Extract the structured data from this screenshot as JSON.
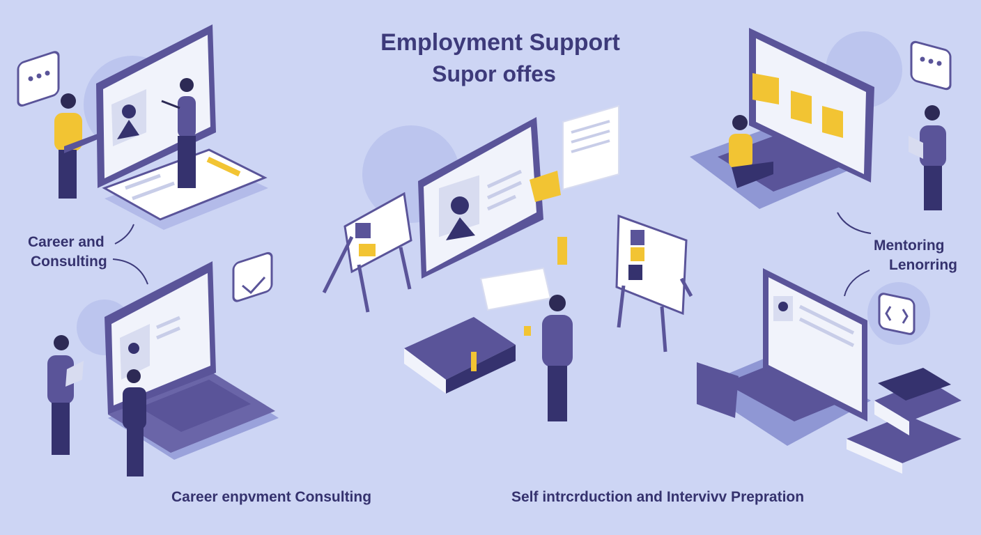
{
  "title": {
    "line1": "Employment Support",
    "line2": "Supor offes"
  },
  "labels": {
    "career_line1": "Career and",
    "career_line2": "Consulting",
    "mentoring_line1": "Mentoring",
    "mentoring_line2": "Lenorring"
  },
  "captions": {
    "left": "Career enpvment Consulting",
    "right": "Self intrcrduction and Intervivv Prepration"
  },
  "colors": {
    "background": "#cdd5f4",
    "primary": "#5a5499",
    "dark": "#35326e",
    "accent": "#f2c433",
    "screen": "#f1f3fb"
  }
}
